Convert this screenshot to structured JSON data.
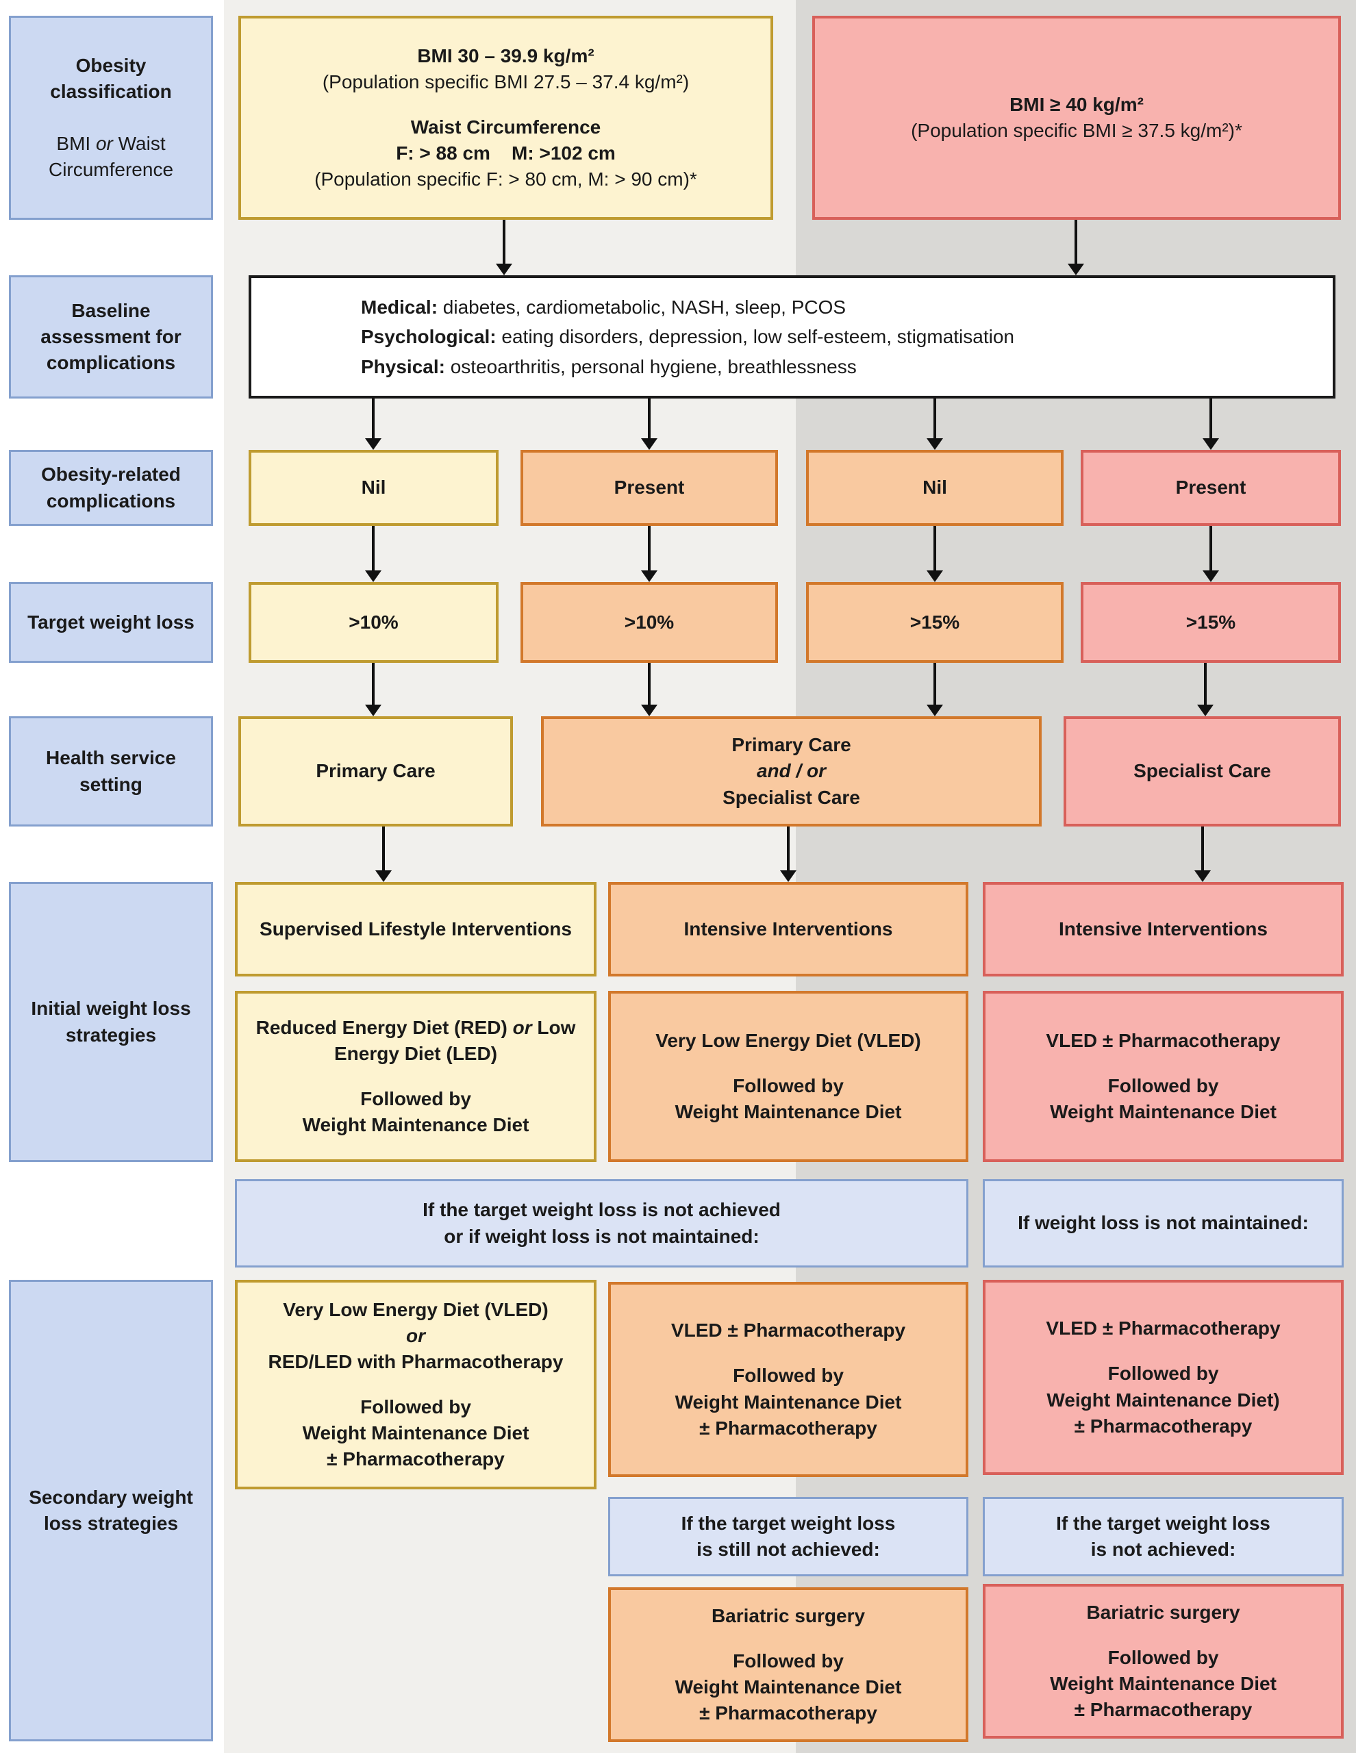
{
  "colors": {
    "yellow_fill": "#fdf3d0",
    "yellow_border": "#bf9b30",
    "orange_fill": "#f9c9a0",
    "orange_border": "#d2782b",
    "pink_fill": "#f8b2ae",
    "pink_border": "#d8605a",
    "label_fill": "#ccd9f2",
    "label_border": "#84a0ce",
    "condition_fill": "#dbe3f5",
    "background_light": "#f1f0ed",
    "background_dark": "#d9d8d5",
    "arrow": "#111111"
  },
  "labels": {
    "obesity_classification_title": "Obesity classification",
    "obesity_classification_sub": [
      "BMI ",
      "or",
      " Waist Circumference"
    ],
    "baseline_assessment": "Baseline assessment for complications",
    "complications": "Obesity-related complications",
    "target_weight_loss": "Target weight loss",
    "health_service": "Health service setting",
    "initial_strategies": "Initial weight loss strategies",
    "secondary_strategies": "Secondary weight loss strategies"
  },
  "classification": {
    "moderate": {
      "bmi_line": "BMI 30 – 39.9 kg/m²",
      "bmi_population": "(Population specific BMI 27.5 – 37.4 kg/m²)",
      "waist_title": "Waist Circumference",
      "waist_values": "F: > 88 cm    M: >102 cm",
      "waist_population": "(Population specific F: > 80 cm, M: > 90 cm)*"
    },
    "severe": {
      "bmi_line": "BMI ≥ 40 kg/m²",
      "bmi_population": "(Population specific BMI ≥ 37.5 kg/m²)*"
    }
  },
  "assessment": {
    "medical_label": "Medical:",
    "medical_text": " diabetes, cardiometabolic, NASH, sleep, PCOS",
    "psychological_label": "Psychological:",
    "psychological_text": " eating disorders, depression, low self-esteem, stigmatisation",
    "physical_label": "Physical:",
    "physical_text": " osteoarthritis, personal hygiene, breathlessness"
  },
  "complication_status": {
    "col1": "Nil",
    "col2": "Present",
    "col3": "Nil",
    "col4": "Present"
  },
  "target_loss": {
    "col1": ">10%",
    "col2": ">10%",
    "col3": ">15%",
    "col4": ">15%"
  },
  "service_setting": {
    "primary": "Primary Care",
    "combined": [
      "Primary Care",
      "and / or",
      "Specialist Care"
    ],
    "specialist": "Specialist Care"
  },
  "initial": {
    "supervised_header": "Supervised Lifestyle Interventions",
    "intensive_header_mid": "Intensive Interventions",
    "intensive_header_right": "Intensive Interventions",
    "yellow": {
      "title_parts": [
        "Reduced Energy Diet (RED) ",
        "or",
        " Low Energy Diet (LED)"
      ],
      "followed_1": "Followed by",
      "followed_2": "Weight Maintenance Diet"
    },
    "mid": {
      "title": "Very Low Energy Diet (VLED)",
      "followed_1": "Followed by",
      "followed_2": "Weight Maintenance Diet"
    },
    "right": {
      "title": "VLED ± Pharmacotherapy",
      "followed_1": "Followed by",
      "followed_2": "Weight Maintenance Diet"
    }
  },
  "conditions": {
    "not_achieved_line1": "If the target weight loss is not achieved",
    "not_achieved_line2": "or if weight loss is not maintained:",
    "not_maintained": "If weight loss is not maintained:",
    "still_not_achieved_line1": "If the target weight loss",
    "still_not_achieved_line2": "is still not achieved:",
    "not_achieved2_line1": "If the target weight loss",
    "not_achieved2_line2": "is not achieved:"
  },
  "secondary": {
    "yellow": {
      "line1": "Very Low Energy Diet (VLED)",
      "line2": "or",
      "line3": "RED/LED with Pharmacotherapy",
      "followed_1": "Followed by",
      "followed_2": "Weight Maintenance Diet",
      "followed_3": "± Pharmacotherapy"
    },
    "mid": {
      "title": "VLED ± Pharmacotherapy",
      "followed_1": "Followed by",
      "followed_2": "Weight Maintenance Diet",
      "followed_3": "± Pharmacotherapy"
    },
    "right": {
      "title": "VLED ± Pharmacotherapy",
      "followed_1": "Followed by",
      "followed_2": "Weight Maintenance Diet)",
      "followed_3": "± Pharmacotherapy"
    }
  },
  "surgery": {
    "mid": {
      "title": "Bariatric surgery",
      "followed_1": "Followed by",
      "followed_2": "Weight Maintenance Diet",
      "followed_3": "± Pharmacotherapy"
    },
    "right": {
      "title": "Bariatric surgery",
      "followed_1": "Followed by",
      "followed_2": "Weight Maintenance Diet",
      "followed_3": "± Pharmacotherapy"
    }
  }
}
